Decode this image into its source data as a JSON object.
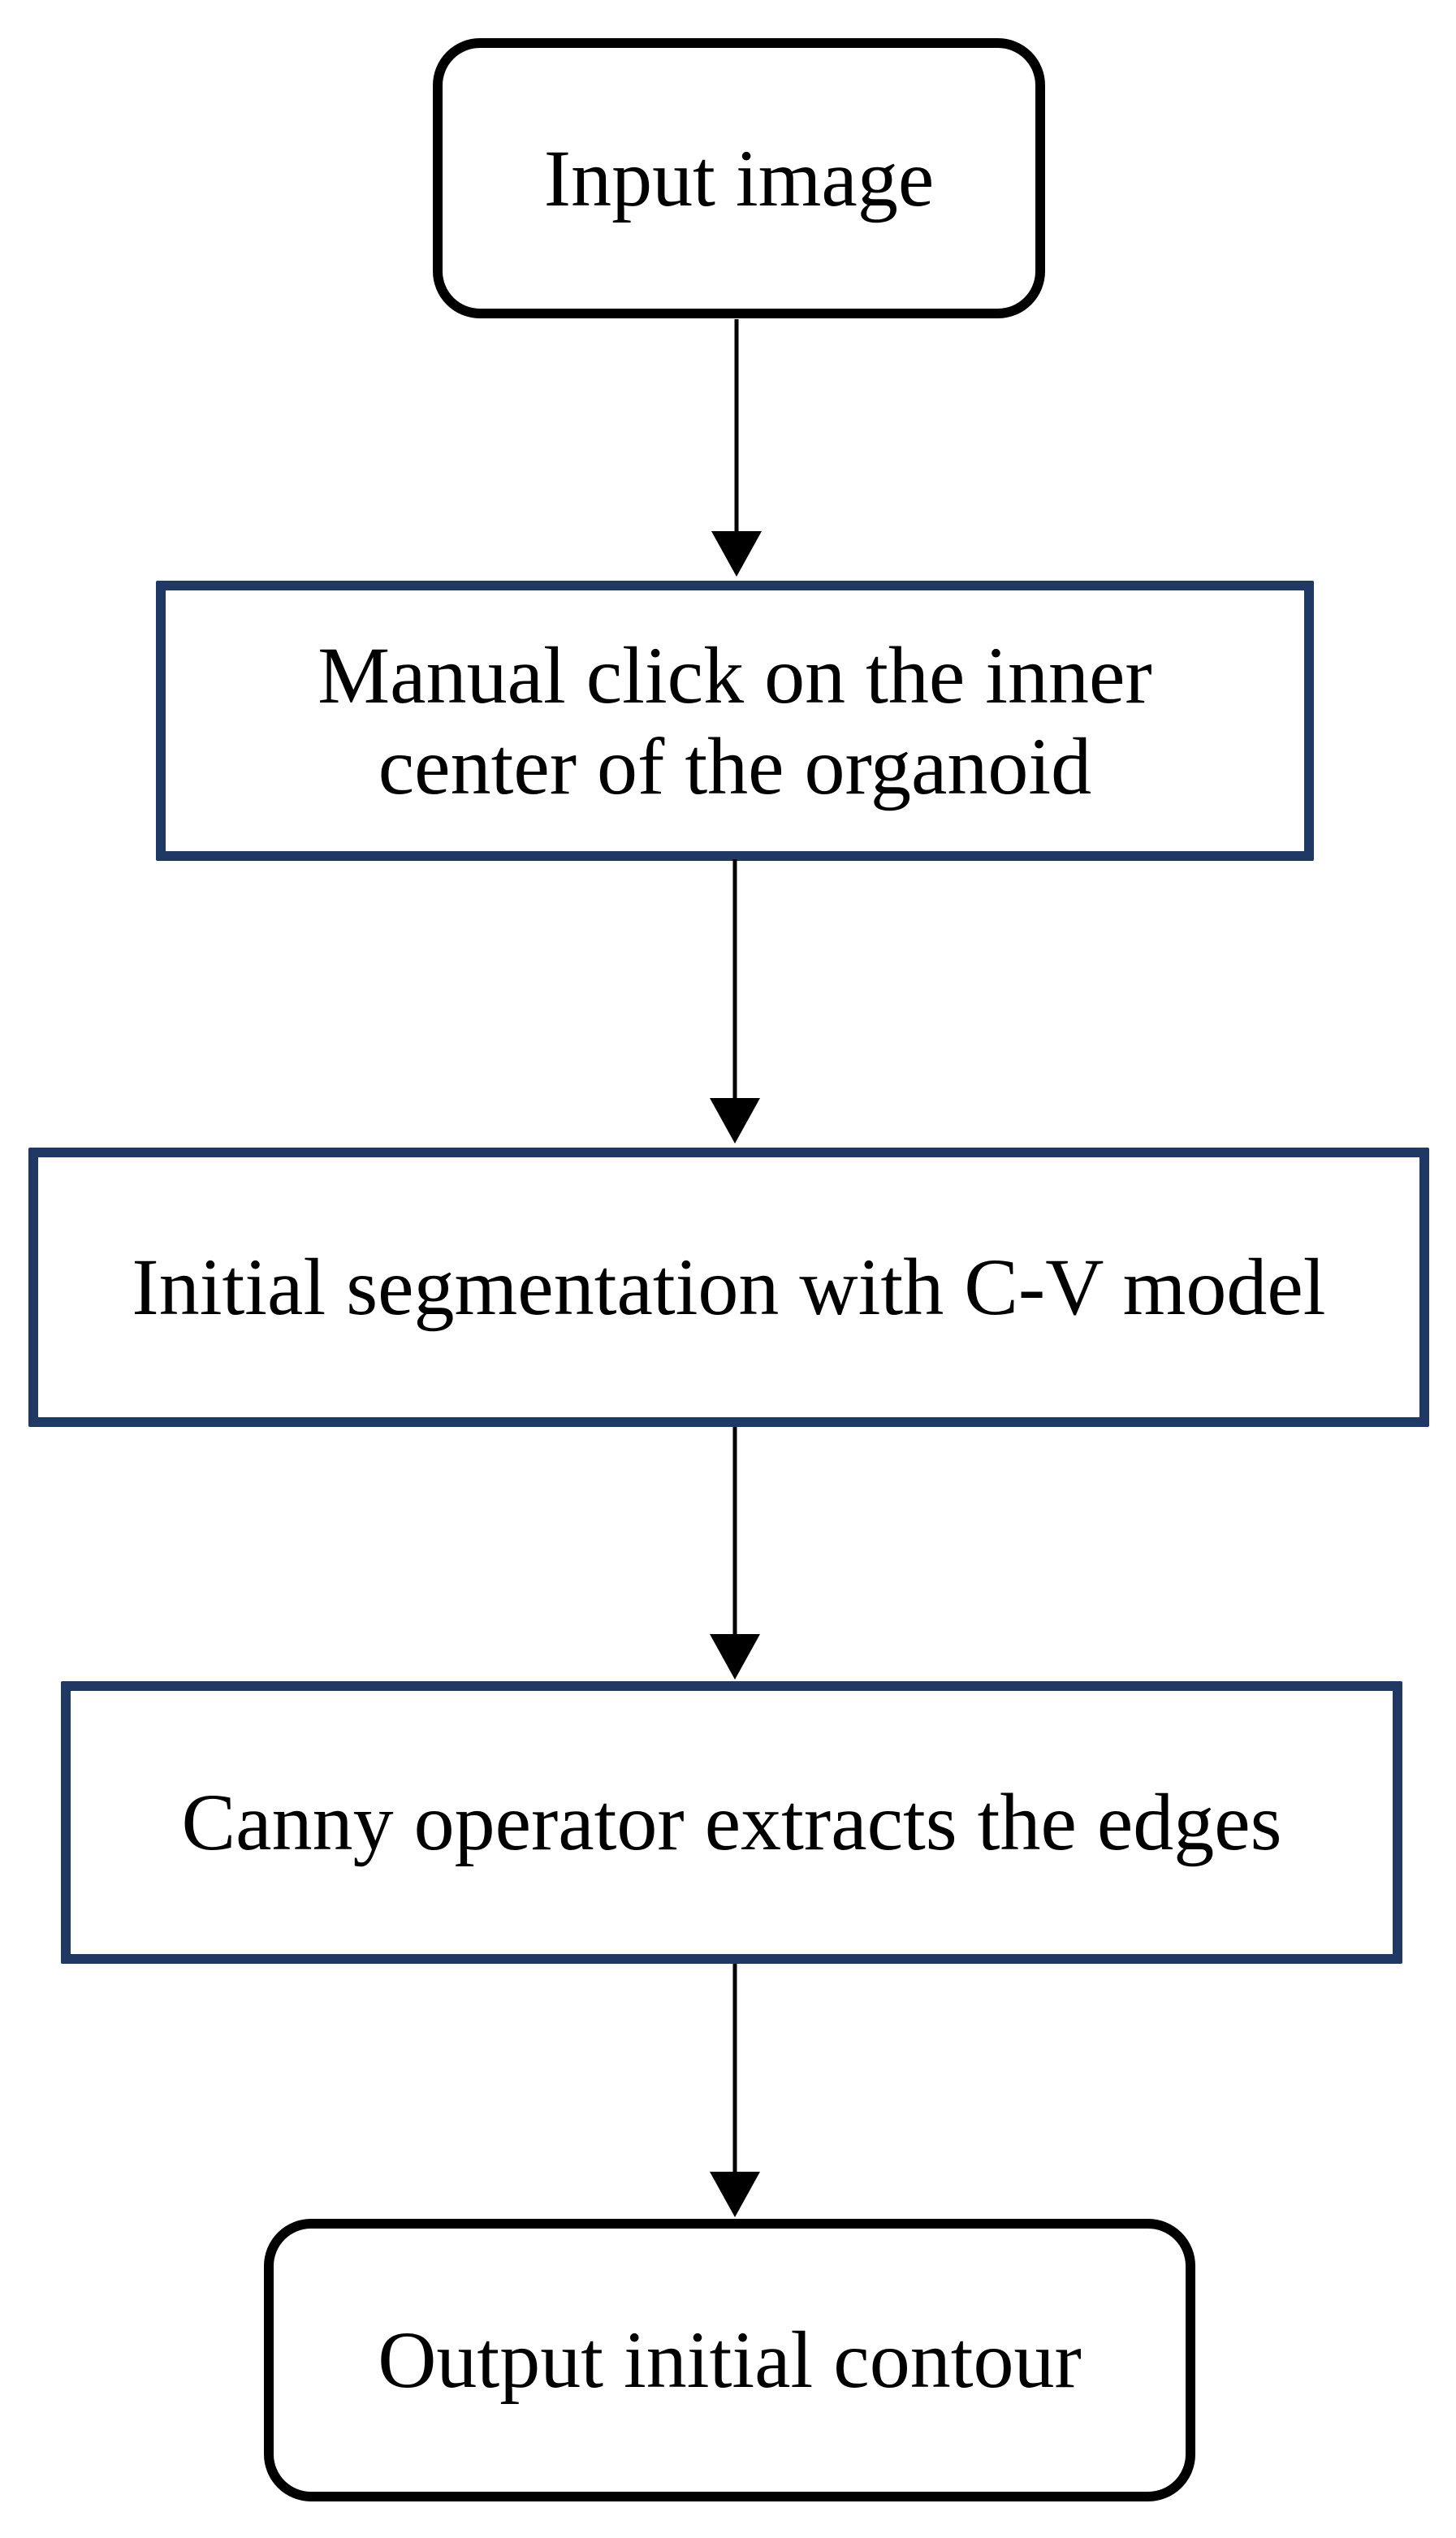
{
  "flowchart": {
    "background": "#ffffff",
    "colors": {
      "terminal_node_border": "#000000",
      "process_node_border": "#1f3864",
      "text": "#000000",
      "arrow": "#000000"
    },
    "nodes": [
      {
        "id": "input-image",
        "shape": "rounded",
        "label": "Input image"
      },
      {
        "id": "manual-click",
        "shape": "rect",
        "label": "Manual click on the inner\ncenter of the organoid"
      },
      {
        "id": "initial-segmentation",
        "shape": "rect",
        "label": "Initial segmentation with C-V model"
      },
      {
        "id": "canny-operator",
        "shape": "rect",
        "label": "Canny operator extracts the edges"
      },
      {
        "id": "output-initial-contour",
        "shape": "rounded",
        "label": "Output initial contour"
      }
    ],
    "arrows": [
      {
        "from": "input-image",
        "to": "manual-click"
      },
      {
        "from": "manual-click",
        "to": "initial-segmentation"
      },
      {
        "from": "initial-segmentation",
        "to": "canny-operator"
      },
      {
        "from": "canny-operator",
        "to": "output-initial-contour"
      }
    ]
  }
}
